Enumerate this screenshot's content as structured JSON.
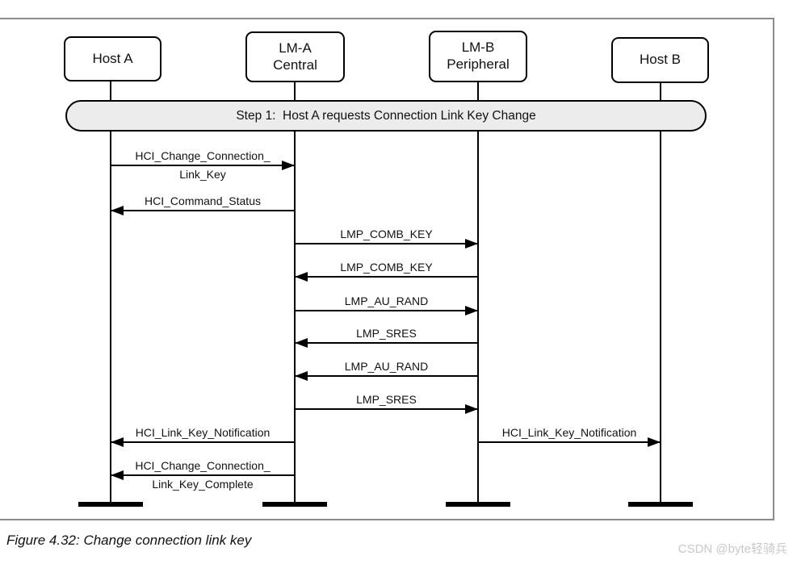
{
  "diagram": {
    "actors": [
      {
        "id": "host-a",
        "lines": [
          "Host A"
        ]
      },
      {
        "id": "lm-a",
        "lines": [
          "LM-A",
          "Central"
        ]
      },
      {
        "id": "lm-b",
        "lines": [
          "LM-B",
          "Peripheral"
        ]
      },
      {
        "id": "host-b",
        "lines": [
          "Host B"
        ]
      }
    ],
    "step_banner": "Step 1:  Host A requests Connection Link Key Change",
    "messages": [
      {
        "from": "host-a",
        "to": "lm-a",
        "row": 0,
        "label_lines": [
          "HCI_Change_Connection_",
          "Link_Key"
        ]
      },
      {
        "from": "lm-a",
        "to": "host-a",
        "row": 1,
        "label_lines": [
          "HCI_Command_Status"
        ]
      },
      {
        "from": "lm-a",
        "to": "lm-b",
        "row": 2,
        "label_lines": [
          "LMP_COMB_KEY"
        ]
      },
      {
        "from": "lm-b",
        "to": "lm-a",
        "row": 3,
        "label_lines": [
          "LMP_COMB_KEY"
        ]
      },
      {
        "from": "lm-a",
        "to": "lm-b",
        "row": 4,
        "label_lines": [
          "LMP_AU_RAND"
        ]
      },
      {
        "from": "lm-b",
        "to": "lm-a",
        "row": 5,
        "label_lines": [
          "LMP_SRES"
        ]
      },
      {
        "from": "lm-b",
        "to": "lm-a",
        "row": 6,
        "label_lines": [
          "LMP_AU_RAND"
        ]
      },
      {
        "from": "lm-a",
        "to": "lm-b",
        "row": 7,
        "label_lines": [
          "LMP_SRES"
        ]
      },
      {
        "from": "lm-a",
        "to": "host-a",
        "row": 8,
        "label_lines": [
          "HCI_Link_Key_Notification"
        ]
      },
      {
        "from": "lm-b",
        "to": "host-b",
        "row": 8,
        "label_lines": [
          "HCI_Link_Key_Notification"
        ]
      },
      {
        "from": "lm-a",
        "to": "host-a",
        "row": 9,
        "label_lines": [
          "HCI_Change_Connection_",
          "Link_Key_Complete"
        ]
      }
    ]
  },
  "caption": "Figure 4.32: Change connection link key",
  "watermark": "CSDN @byte轻骑兵",
  "colors": {
    "frame_border": "#8a8a8a",
    "shape_stroke": "#000000",
    "banner_fill": "#ececec",
    "watermark_text": "#c9c9c9",
    "background": "#ffffff"
  }
}
